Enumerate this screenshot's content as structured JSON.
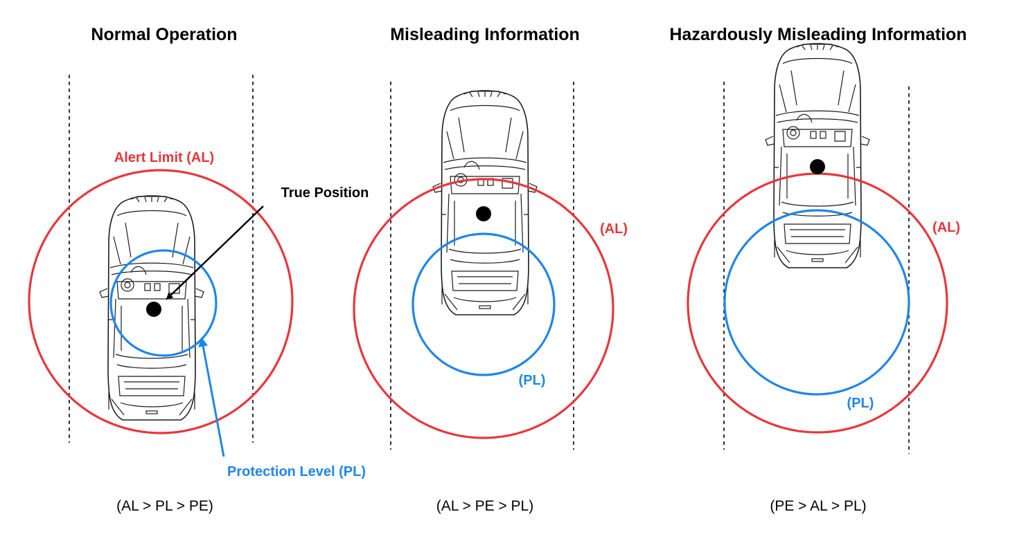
{
  "colors": {
    "alert": "#e8363b",
    "protection": "#1f86e6",
    "text": "#000000"
  },
  "panels": [
    {
      "title": "Normal Operation",
      "condition": "(AL > PL > PE)",
      "al_label": "Alert Limit (AL)",
      "pl_label": "Protection Level (PL)",
      "true_position_label": "True Position"
    },
    {
      "title": "Misleading Information",
      "condition": "(AL > PE > PL)",
      "al_label": "(AL)",
      "pl_label": "(PL)"
    },
    {
      "title": "Hazardously Misleading Information",
      "condition": "(PE > AL > PL)",
      "al_label": "(AL)",
      "pl_label": "(PL)"
    }
  ]
}
